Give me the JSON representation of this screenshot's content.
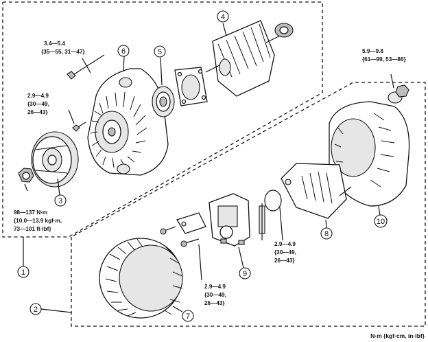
{
  "callouts": [
    "1",
    "2",
    "3",
    "4",
    "5",
    "6",
    "7",
    "8",
    "9",
    "10"
  ],
  "torques": {
    "t_shaft_bolt": [
      "3.4—5.4",
      "{35—55, 31—47}"
    ],
    "t_upper_bolt": [
      "2.9—4.9",
      "{30—49,",
      "26—43}"
    ],
    "t_nut_rear": [
      "5.9—9.8",
      "{61—99, 53—86}"
    ],
    "t_pulley_nut": [
      "98—137 N·m",
      "{10.0—13.9 kgf·m,",
      "73—101 ft·lbf}"
    ],
    "t_brush": [
      "2.9—4.9",
      "{30—49,",
      "26—43}"
    ],
    "t_regulator": [
      "2.9—4.9",
      "{30—49,",
      "26—43}"
    ]
  },
  "units_note": "N·m {kgf·cm, in·lbf}"
}
